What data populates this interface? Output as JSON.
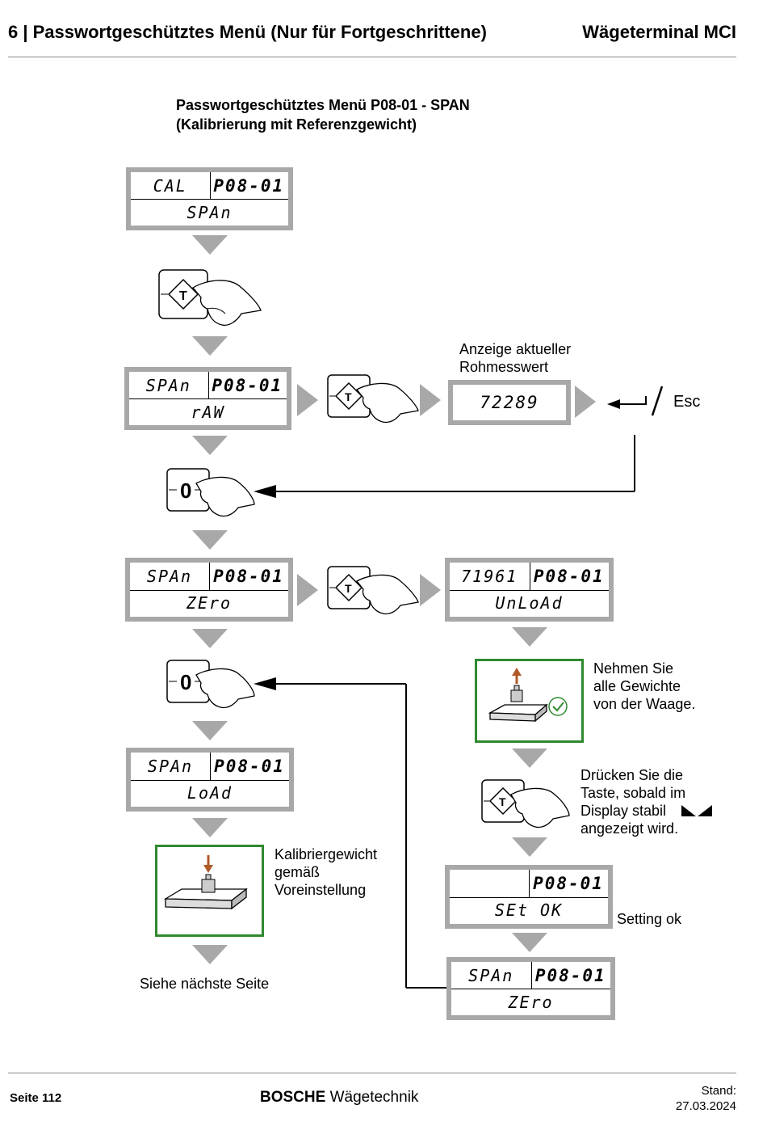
{
  "header": {
    "left": "6  |  Passwortgeschütztes Menü (Nur für Fortgeschrittene)",
    "right": "Wägeterminal MCI"
  },
  "title": {
    "line1": "Passwortgeschütztes Menü P08-01 - SPAN",
    "line2": "(Kalibrierung mit Referenzgewicht)"
  },
  "displays": {
    "d1": {
      "left": "CAL",
      "right": "P08-01",
      "bottom": "SPAn"
    },
    "d2": {
      "left": "SPAn",
      "right": "P08-01",
      "bottom": "rAW"
    },
    "d3": {
      "value": "72289"
    },
    "d4": {
      "left": "SPAn",
      "right": "P08-01",
      "bottom": "ZEro"
    },
    "d5": {
      "left": "71961",
      "right": "P08-01",
      "bottom": "UnLoAd"
    },
    "d6": {
      "left": "SPAn",
      "right": "P08-01",
      "bottom": "LoAd"
    },
    "d7": {
      "left": "",
      "right": "P08-01",
      "bottom": "SEt OK"
    },
    "d8": {
      "left": "SPAn",
      "right": "P08-01",
      "bottom": "ZEro"
    }
  },
  "labels": {
    "raw_caption_1": "Anzeige aktueller",
    "raw_caption_2": "Rohmesswert",
    "esc": "Esc",
    "unload_1": "Nehmen Sie",
    "unload_2": "alle Gewichte",
    "unload_3": "von der Waage.",
    "press_1": "Drücken Sie die",
    "press_2": "Taste, sobald im",
    "press_3": "Display stabil",
    "press_4": "angezeigt wird.",
    "load_1": "Kalibriergewicht",
    "load_2": "gemäß",
    "load_3": "Voreinstellung",
    "next": "Siehe nächste Seite",
    "setting_ok": "Setting ok"
  },
  "keys": {
    "tare": "T",
    "zero": "0"
  },
  "footer": {
    "page": "Seite 112",
    "brand_bold": "BOSCHE",
    "brand_rest": " Wägetechnik",
    "stand_label": "Stand:",
    "stand_date": "27.03.2024"
  },
  "colors": {
    "display_frame": "#a8a8a8",
    "green_frame": "#2f8a2f",
    "arrow_up": "#b05a2a"
  }
}
